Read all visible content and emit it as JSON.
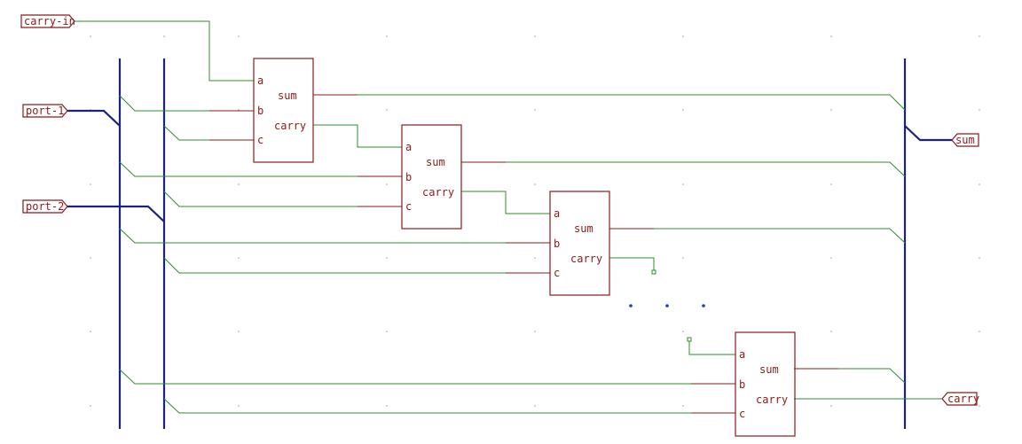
{
  "ports": {
    "carry_in": "carry-in",
    "port_1": "port-1",
    "port_2": "port-2",
    "sum": "sum",
    "carry": "carry"
  },
  "adder_pins": {
    "a": "a",
    "b": "b",
    "c": "c",
    "sum": "sum",
    "carry": "carry"
  },
  "adder_count": 4,
  "colors": {
    "component": "#8b1a1a",
    "wire": "#2e8b2e",
    "bus": "#1a237e",
    "ellipsis_dots": "#1a3cc8"
  }
}
